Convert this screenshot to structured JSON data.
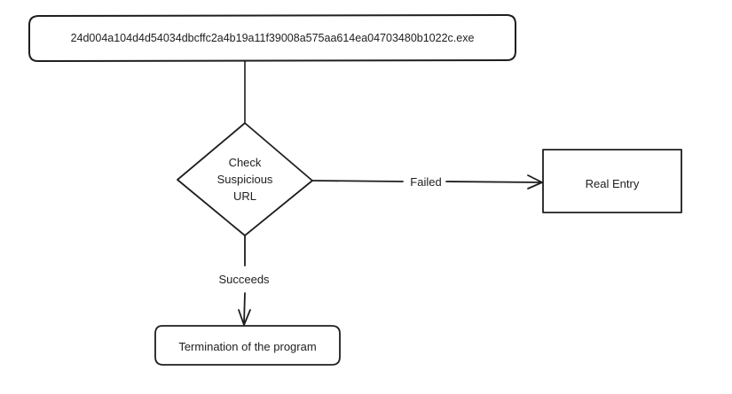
{
  "nodes": {
    "file": {
      "label": "24d004a104d4d54034dbcffc2a4b19a11f39008a575aa614ea04703480b1022c.exe"
    },
    "decision": {
      "line1": "Check",
      "line2": "Suspicious",
      "line3": "URL"
    },
    "real_entry": {
      "label": "Real Entry"
    },
    "termination": {
      "label": "Termination of the program"
    }
  },
  "edges": {
    "failed": {
      "label": "Failed"
    },
    "succeeds": {
      "label": "Succeeds"
    }
  },
  "colors": {
    "stroke": "#1e1e1e",
    "background": "#ffffff"
  }
}
